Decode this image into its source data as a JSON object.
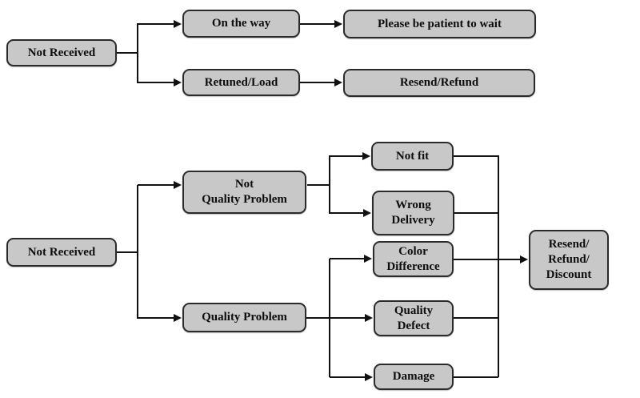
{
  "colors": {
    "background": "#ffffff",
    "node_fill": "#c8c8c8",
    "node_border": "#2b2b2b",
    "connector": "#111111",
    "text": "#0d0d0d"
  },
  "top_chart": {
    "not_received": "Not Received",
    "on_the_way": "On the way",
    "retuned_load": "Retuned/Load",
    "please_wait": "Please be patient to wait",
    "resend_refund": "Resend/Refund"
  },
  "bottom_chart": {
    "not_received": "Not Received",
    "not_quality_problem": {
      "line1": "Not",
      "line2": "Quality Problem"
    },
    "quality_problem": "Quality Problem",
    "not_fit": "Not fit",
    "wrong_delivery": {
      "line1": "Wrong",
      "line2": "Delivery"
    },
    "color_difference": {
      "line1": "Color",
      "line2": "Difference"
    },
    "quality_defect": {
      "line1": "Quality",
      "line2": "Defect"
    },
    "damage": "Damage",
    "resend_refund_discount": {
      "line1": "Resend/",
      "line2": "Refund/",
      "line3": "Discount"
    }
  }
}
